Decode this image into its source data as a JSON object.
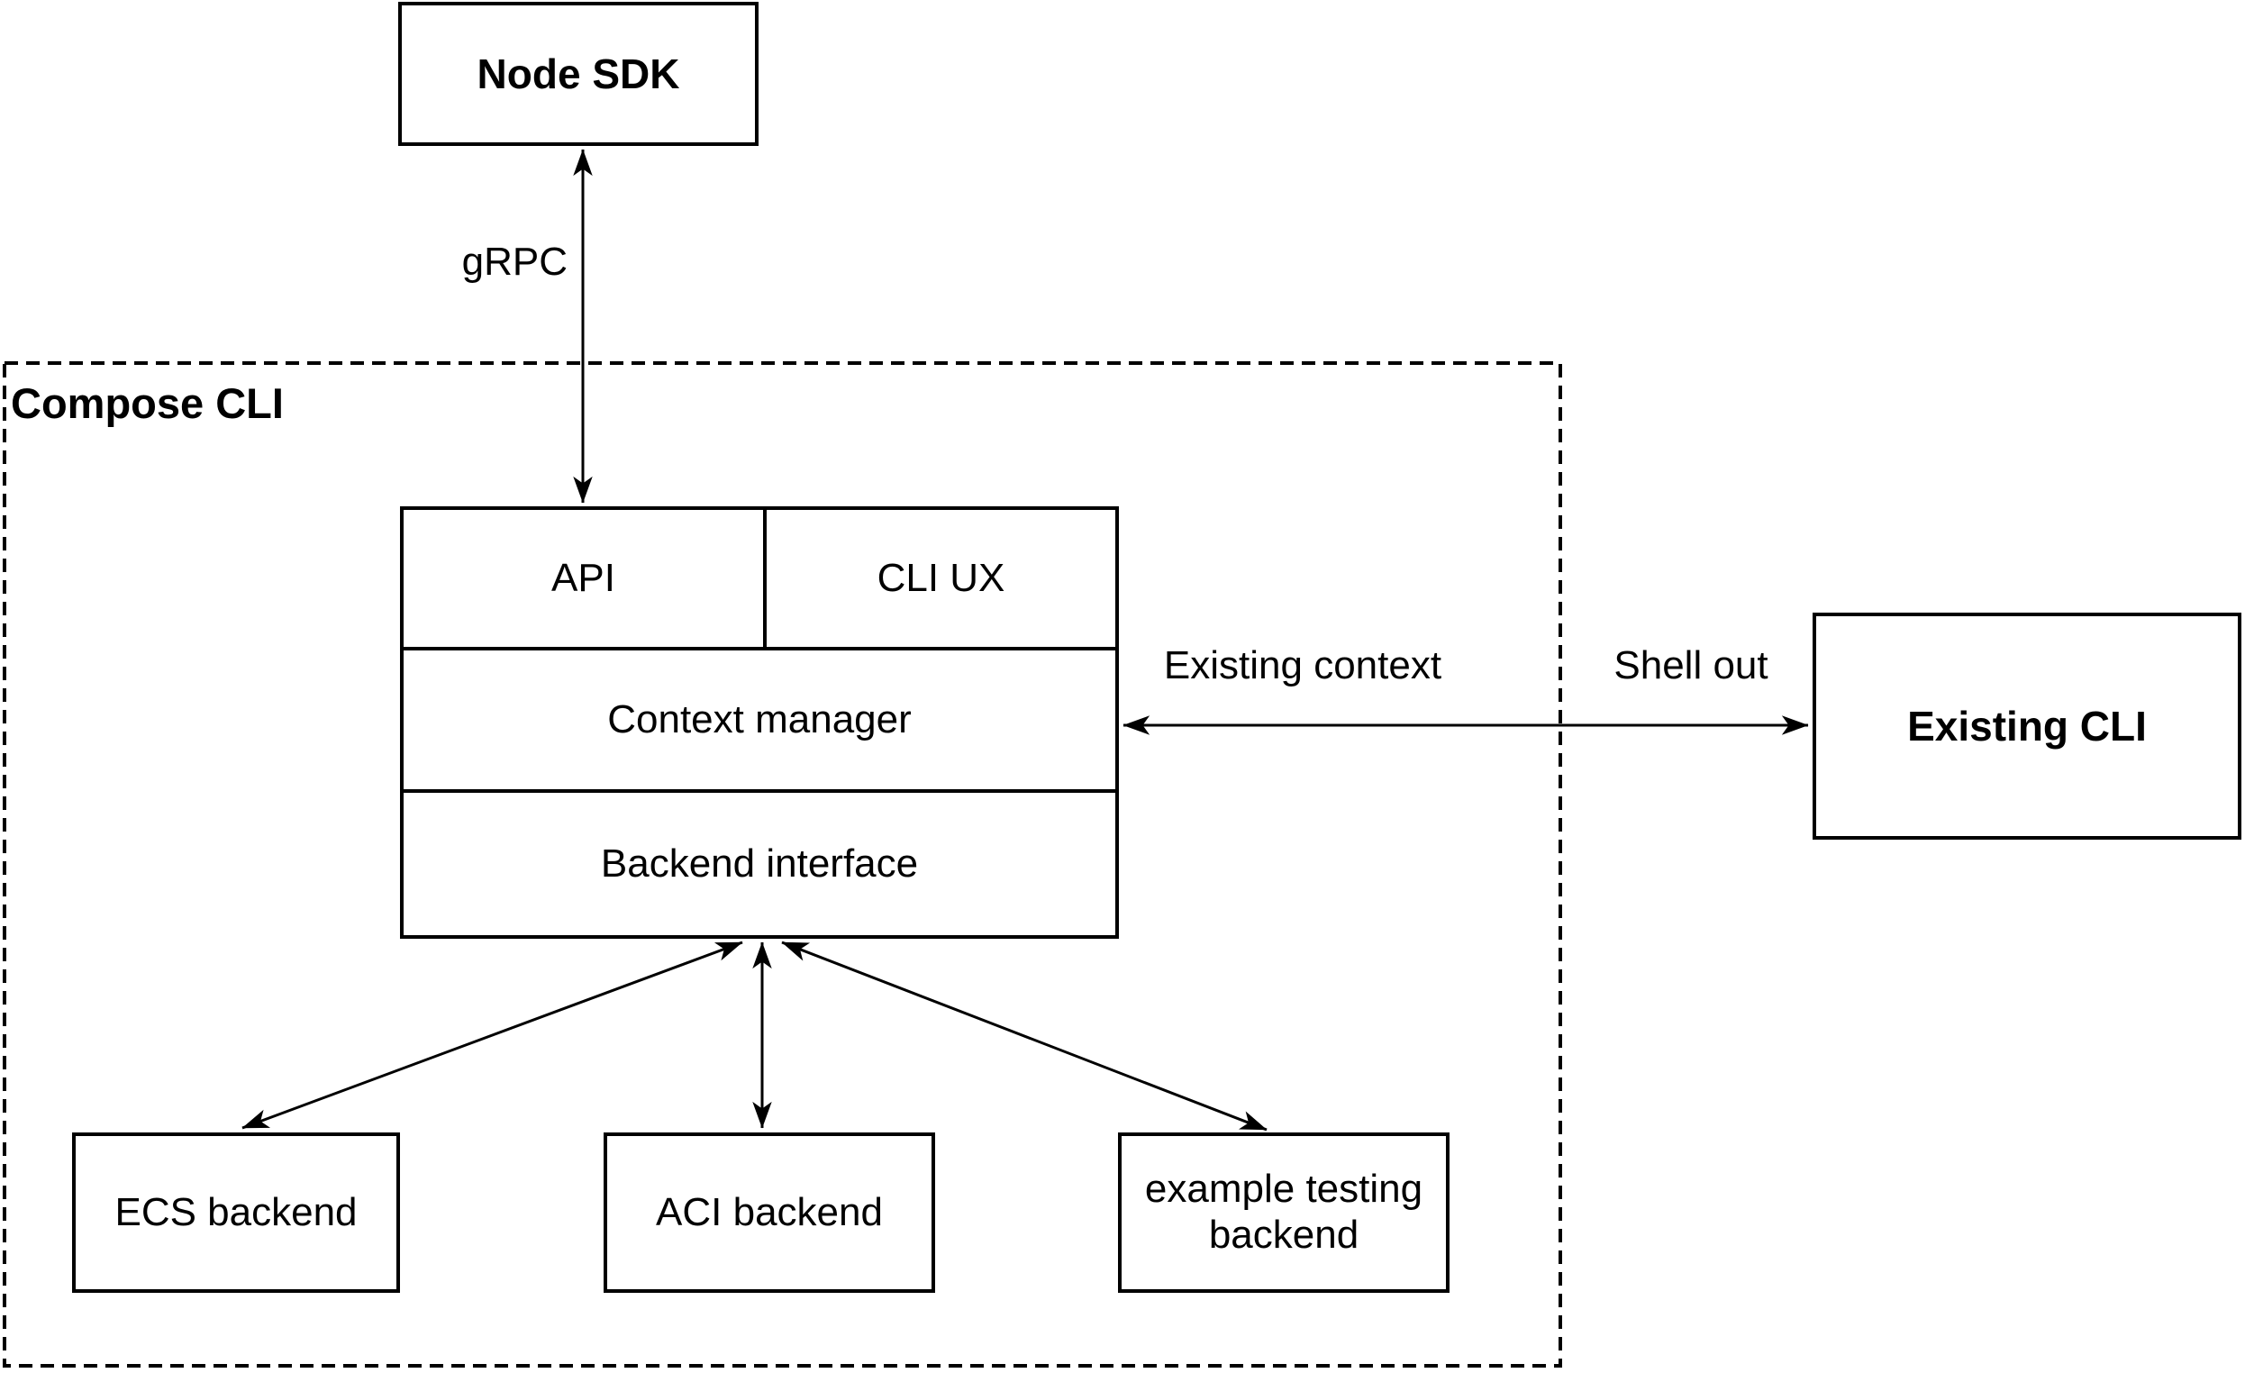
{
  "colors": {
    "stroke": "#000000",
    "background": "#ffffff"
  },
  "nodes": {
    "node_sdk": {
      "label": "Node SDK"
    },
    "compose_cli_container": {
      "label": "Compose CLI"
    },
    "api": {
      "label": "API"
    },
    "cli_ux": {
      "label": "CLI UX"
    },
    "context_manager": {
      "label": "Context manager"
    },
    "backend_interface": {
      "label": "Backend interface"
    },
    "ecs_backend": {
      "label": "ECS backend"
    },
    "aci_backend": {
      "label": "ACI backend"
    },
    "example_testing_backend": {
      "label": "example testing backend"
    },
    "existing_cli": {
      "label": "Existing CLI"
    }
  },
  "edges": {
    "grpc": {
      "label": "gRPC"
    },
    "existing_context": {
      "label": "Existing context"
    },
    "shell_out": {
      "label": "Shell out"
    }
  }
}
